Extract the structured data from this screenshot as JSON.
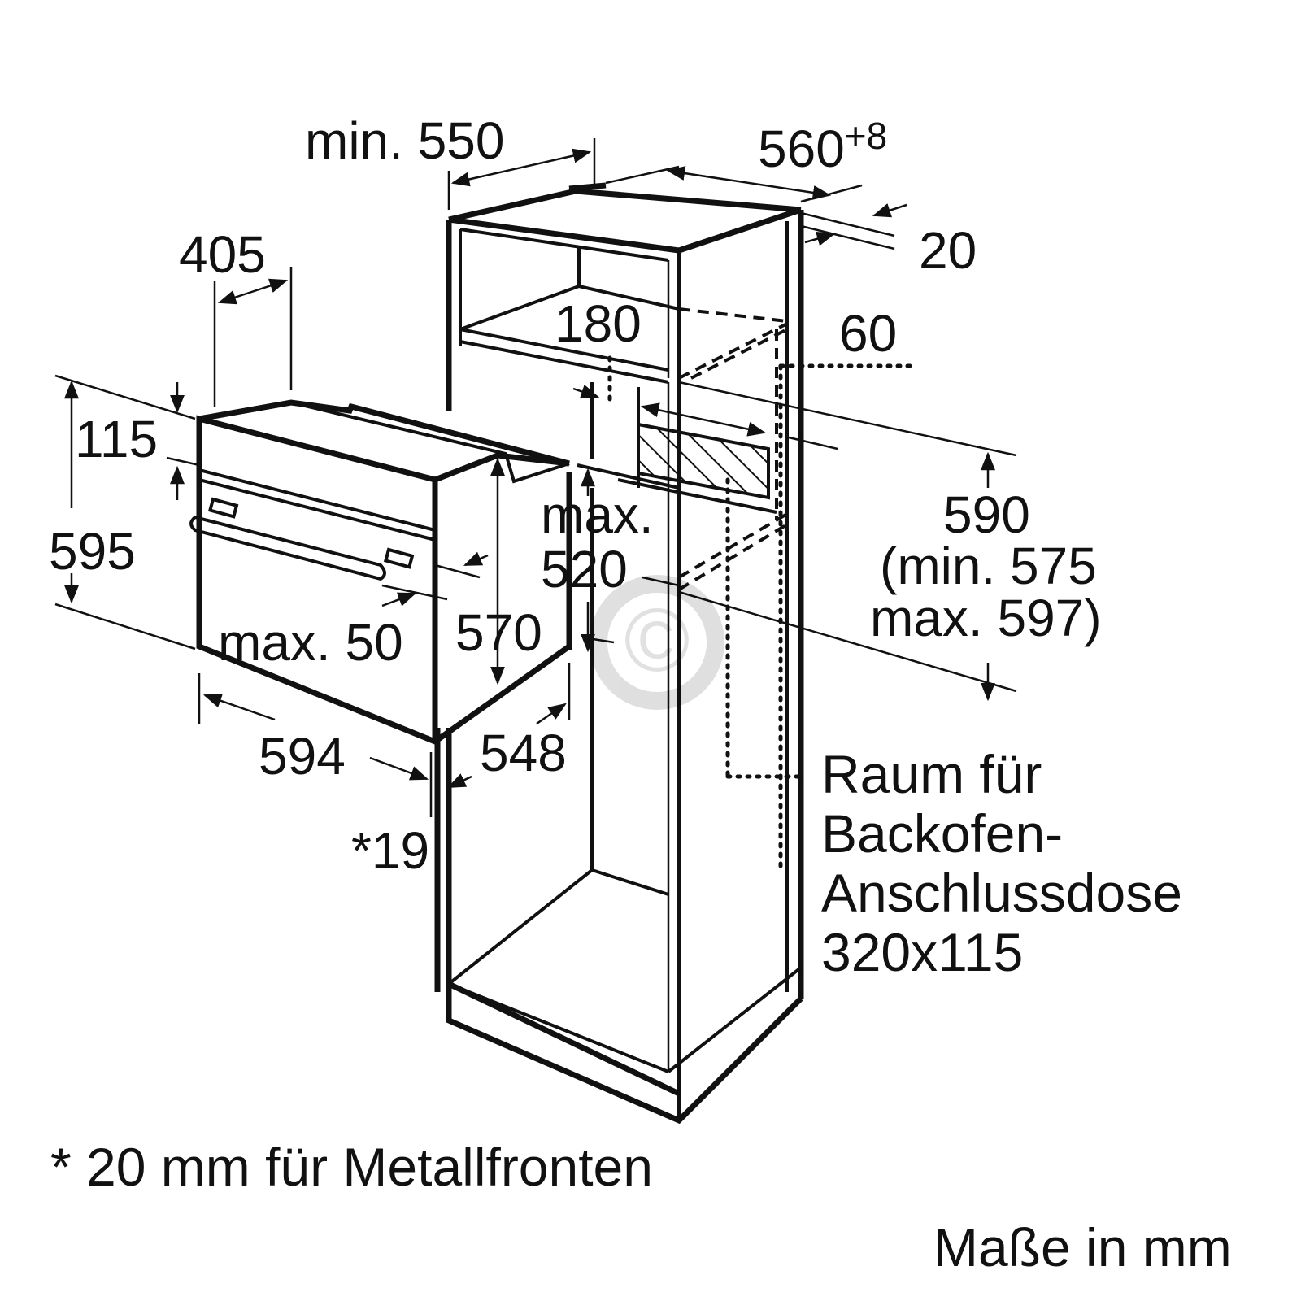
{
  "dimensions": {
    "cabinet_depth_min": "min. 550",
    "niche_width": "560",
    "niche_width_tolerance": "+8",
    "top_clearance": "20",
    "oven_top_depth": "405",
    "vent_height": "180",
    "rear_gap": "60",
    "panel_height": "115",
    "oven_height": "595",
    "niche_height": "590",
    "niche_height_range_line1": "(min. 575",
    "niche_height_range_line2": "max. 597)",
    "cutout_max_label": "max.",
    "cutout_max_value": "520",
    "front_offset": "max. 50",
    "body_height": "570",
    "oven_width": "594",
    "body_depth": "548",
    "front_thickness": "*19"
  },
  "socket_note": {
    "line1": "Raum für",
    "line2": "Backofen-",
    "line3": "Anschlussdose",
    "line4": "320x115"
  },
  "footnote": "* 20 mm für Metallfronten",
  "units_note": "Maße in mm",
  "watermark": "©"
}
